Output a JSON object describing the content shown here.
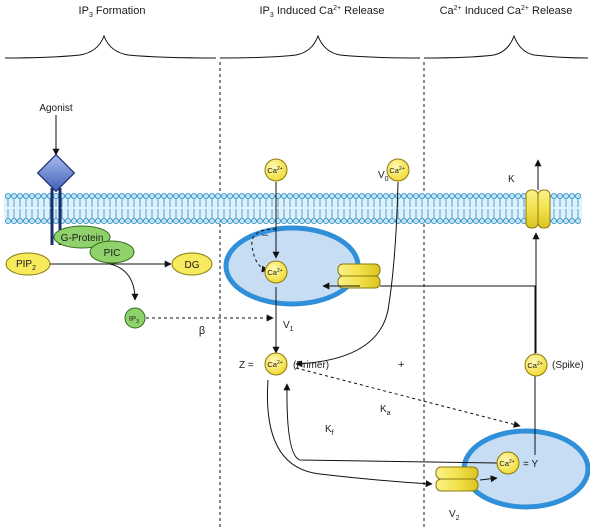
{
  "panels": {
    "ip3_formation": {
      "title_base": "IP",
      "title_sub": "3",
      "title_rest": " Formation"
    },
    "ip3_induced": {
      "title_base": "IP",
      "title_sub": "3",
      "title_rest": " Induced Ca",
      "title_sup": "2+",
      "title_end": " Release"
    },
    "cicr": {
      "title_base": "Ca",
      "title_sup": "2+",
      "title_mid": " Induced Ca",
      "title_sup2": "2+",
      "title_end": " Release"
    }
  },
  "labels": {
    "agonist": "Agonist",
    "g_protein": "G-Protein",
    "pic": "PIC",
    "pip2_base": "PIP",
    "pip2_sub": "2",
    "dg": "DG",
    "ip3_base": "IP",
    "ip3_sub": "3",
    "beta": "β",
    "v1_base": "V",
    "v1_sub": "1",
    "v0_base": "V",
    "v0_sub": "0",
    "v2_base": "V",
    "v2_sub": "2",
    "k": "K",
    "kf_base": "K",
    "kf_sub": "f",
    "ka_base": "K",
    "ka_sub": "a",
    "z_eq": "Z =",
    "primer": "(Primer)",
    "plus": "+",
    "minus": "–",
    "spike": "(Spike)",
    "eq_y": "= Y",
    "ca_base": "Ca",
    "ca_sup": "2+"
  },
  "colors": {
    "membrane": "#bfe3f5",
    "membrane_stroke": "#2b8cc4",
    "store_fill": "#c6ddf3",
    "store_stroke": "#2f8fd8",
    "ion_fill": "#f7ea5c",
    "ion_stroke": "#8a7a10",
    "green": "#8fd16a",
    "receptor": "#6f8fd6"
  }
}
